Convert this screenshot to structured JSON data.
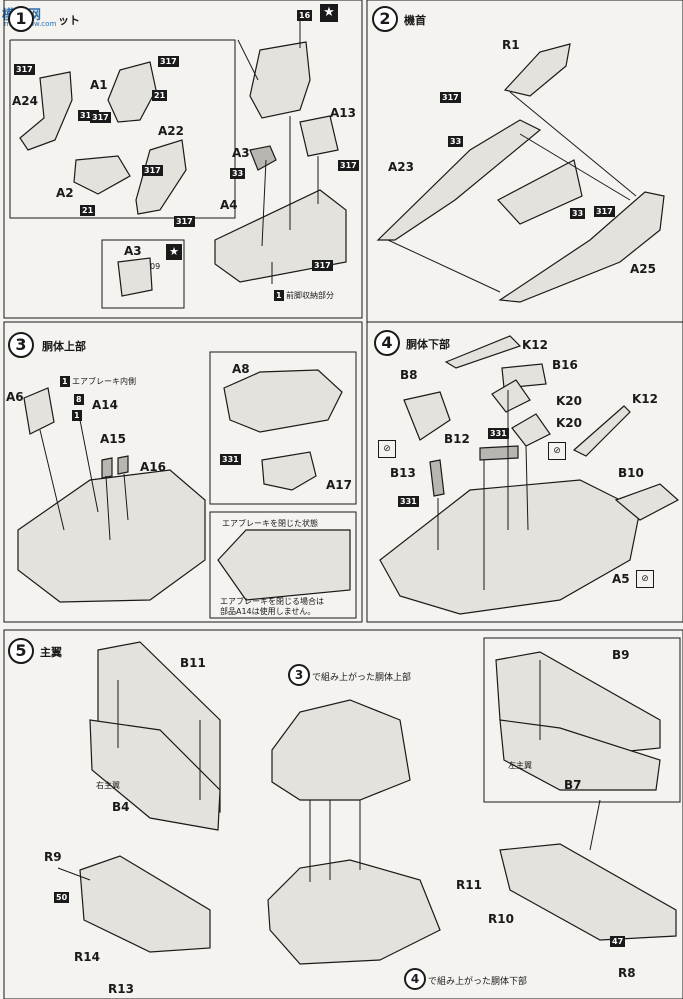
{
  "watermark": {
    "name": "模型网",
    "url": "moe.show.com"
  },
  "steps": {
    "s1": {
      "num": "1",
      "title": "ット"
    },
    "s2": {
      "num": "2",
      "title": "機首"
    },
    "s3": {
      "num": "3",
      "title": "胴体上部"
    },
    "s4": {
      "num": "4",
      "title": "胴体下部"
    },
    "s5": {
      "num": "5",
      "title": "主翼"
    }
  },
  "notes": {
    "front_gear": "前脚収納部分",
    "airbrake_inner": "エアブレーキ内側",
    "airbrake_closed": "エアブレーキを閉じた状態",
    "airbrake_note1": "エアブレーキを閉じる場合は",
    "airbrake_note2": "部品A14は使用しません。",
    "right_wing": "右主翼",
    "left_wing": "左主翼",
    "upper_assembled": "で組み上がった胴体上部",
    "lower_assembled": "で組み上がった胴体下部"
  },
  "parts": {
    "A1": "A1",
    "A2": "A2",
    "A3": "A3",
    "A4": "A4",
    "A5": "A5",
    "A6": "A6",
    "A8": "A8",
    "A13": "A13",
    "A14": "A14",
    "A15": "A15",
    "A16": "A16",
    "A17": "A17",
    "A22": "A22",
    "A23": "A23",
    "A24": "A24",
    "A25": "A25",
    "B4": "B4",
    "B7": "B7",
    "B8": "B8",
    "B9": "B9",
    "B10": "B10",
    "B11": "B11",
    "B12": "B12",
    "B13": "B13",
    "B16": "B16",
    "K12": "K12",
    "K20": "K20",
    "R1": "R1",
    "R8": "R8",
    "R9": "R9",
    "R10": "R10",
    "R11": "R11",
    "R13": "R13",
    "R14": "R14"
  },
  "codes": {
    "c317": "317",
    "c33": "33",
    "c21": "21",
    "c331": "331",
    "c8": "8",
    "c1": "1",
    "c47": "47",
    "c50": "50",
    "c16": "16",
    "c09": "09"
  }
}
